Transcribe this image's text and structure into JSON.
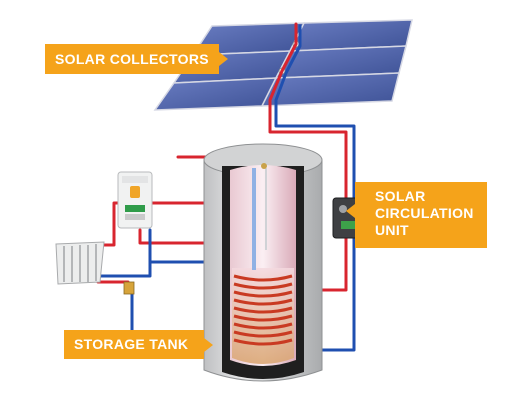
{
  "labels": {
    "solar_collectors": "SOLAR COLLECTORS",
    "solar_circulation_unit": "SOLAR\nCIRCULATION\nUNIT",
    "storage_tank": "STORAGE TANK"
  },
  "colors": {
    "callout": "#f5a31a",
    "hot_pipe": "#d8252f",
    "cold_pipe": "#1f4fb0",
    "panel": "#4a60a8",
    "tank_shell": "#d9dadb",
    "coil": "#c93a22"
  },
  "icons": [
    "solar-panel-icon",
    "boiler-icon",
    "radiator-icon",
    "pump-unit-icon",
    "tank-icon"
  ]
}
